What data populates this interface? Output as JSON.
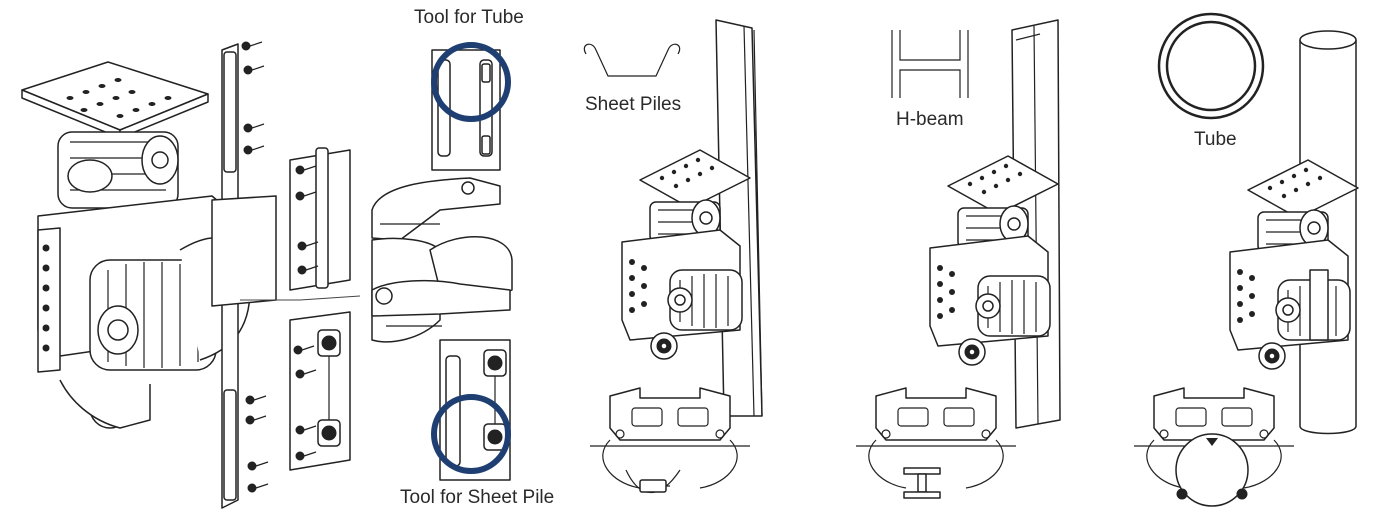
{
  "labels": {
    "tool_for_tube": "Tool for Tube",
    "tool_for_sheet_pile": "Tool for Sheet Pile",
    "sheet_piles": "Sheet Piles",
    "h_beam": "H-beam",
    "tube": "Tube"
  },
  "colors": {
    "line": "#222222",
    "highlight_ring": "#1f3f73",
    "background": "#ffffff"
  }
}
